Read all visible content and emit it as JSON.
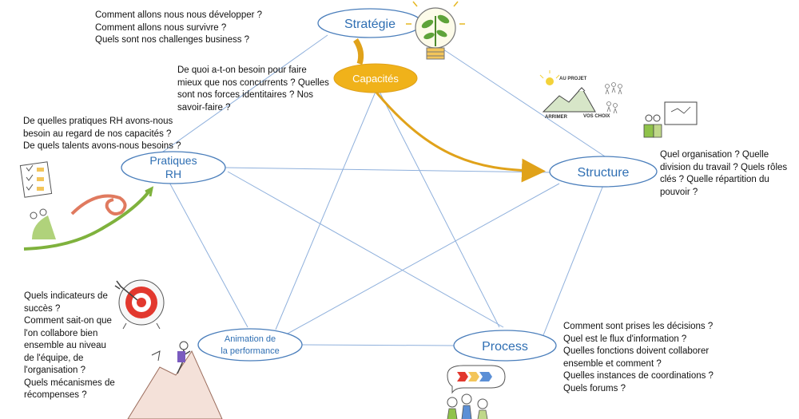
{
  "colors": {
    "node_border": "#4a7ebb",
    "node_text": "#2f6fb3",
    "edge": "#8fb0dc",
    "capacites_fill": "#f0b21a",
    "arrow": "#e0a21a"
  },
  "nodes": {
    "strategie": {
      "label": "Stratégie"
    },
    "capacites": {
      "label": "Capacités"
    },
    "pratiques_rh": {
      "line1": "Pratiques",
      "line2": "RH"
    },
    "structure": {
      "label": "Structure"
    },
    "animation": {
      "line1": "Animation de",
      "line2": "la performance"
    },
    "process": {
      "label": "Process"
    }
  },
  "questions": {
    "strategie": "Comment allons nous nous développer ?\nComment allons nous survivre ?\nQuels sont nos challenges business ?",
    "capacites": "De quoi a-t-on besoin pour faire\nmieux que nos concurrents ? Quelles\nsont nos forces identitaires ? Nos\nsavoir-faire ?",
    "pratiques_rh": "De quelles pratiques RH avons-nous\nbesoin au regard de nos capacités ?\nDe quels talents avons-nous besoins ?",
    "structure": "Quel organisation ? Quelle\ndivision du travail ? Quels rôles\nclés ? Quelle répartition du\npouvoir ?",
    "animation": "Quels indicateurs de\nsuccès ?\nComment sait-on que\nl'on collabore bien\nensemble au niveau\nde l'équipe, de\nl'organisation ?\nQuels mécanismes de\nrécompenses ?",
    "process": "Comment sont prises les décisions ?\nQuel est le flux d'information ?\nQuelles fonctions doivent collaborer\nensemble et comment ?\nQuelles instances de coordinations ?\nQuels forums ?"
  },
  "sketch": {
    "au_projet": "AU PROJET",
    "arrimer": "ARRIMER",
    "vos_choix": "VOS CHOIX"
  }
}
